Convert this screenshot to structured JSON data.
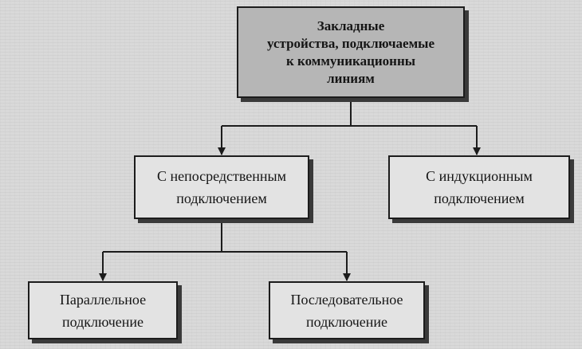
{
  "diagram": {
    "root": {
      "line1": "Закладные",
      "line2": "устройства, подключаемые",
      "line3": "к коммуникационны",
      "line4": "линиям"
    },
    "direct": {
      "line1": "С непосредственным",
      "line2": "подключением"
    },
    "inductive": {
      "line1": "С индукционным",
      "line2": "подключением"
    },
    "parallel": {
      "line1": "Параллельное",
      "line2": "подключение"
    },
    "serial": {
      "line1": "Последовательное",
      "line2": "подключение"
    }
  }
}
